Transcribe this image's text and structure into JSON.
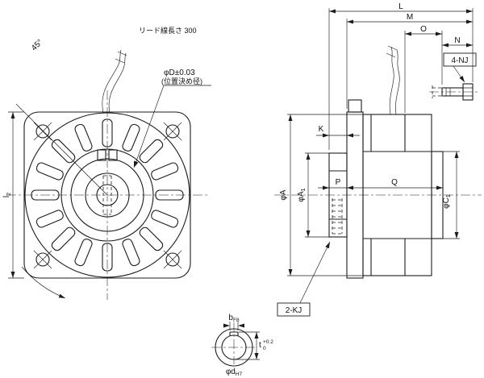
{
  "front_view": {
    "angle_label": "45°",
    "lead_wire_label": "リード線長さ 300",
    "positioning_dia": "φD±0.03",
    "positioning_note": "(位置決め径)",
    "flange_height_main": "l",
    "flange_height_sub": "2"
  },
  "side_view": {
    "dim_L": "L",
    "dim_M": "M",
    "dim_O": "O",
    "dim_N": "N",
    "tap_label": "4-NJ",
    "dim_K": "K",
    "dim_P": "P",
    "dim_Q": "Q",
    "dia_A": "φA",
    "dia_A1_main": "φA",
    "dia_A1_sub": "1",
    "dia_C1_main": "φC",
    "dia_C1_sub": "1",
    "key_label": "2-KJ"
  },
  "shaft_detail": {
    "key_width_main": "b",
    "key_width_sub": "F8",
    "key_depth": "t",
    "key_depth_tol_upper": "+0.2",
    "key_depth_tol_lower": "0",
    "bore_dia_main": "φd",
    "bore_dia_sub": "H7"
  }
}
